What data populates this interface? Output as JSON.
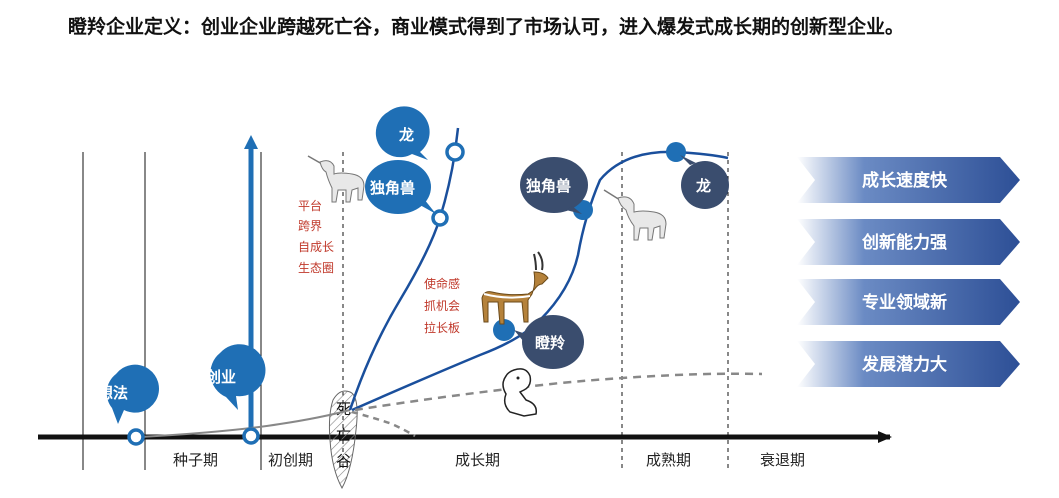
{
  "title": "瞪羚企业定义：创业企业跨越死亡谷，商业模式得到了市场认可，进入爆发式成长期的创新型企业。",
  "bubbles": {
    "idea": "想法",
    "startup": "创业",
    "dragon_left": "龙",
    "unicorn_left": "独角兽",
    "unicorn_right": "独角兽",
    "dragon_right": "龙",
    "gazelle": "瞪羚"
  },
  "phases": {
    "seed": "种子期",
    "early": "初创期",
    "growth": "成长期",
    "mature": "成熟期",
    "decline": "衰退期"
  },
  "death_valley": [
    "死",
    "亡",
    "谷"
  ],
  "platform_notes": [
    "平台",
    "跨界",
    "自成长",
    "生态圈"
  ],
  "gazelle_notes": [
    "使命感",
    "抓机会",
    "拉长板"
  ],
  "traits": [
    "成长速度快",
    "创新能力强",
    "专业领域新",
    "发展潜力大"
  ],
  "colors": {
    "bubble_blue": "#1f6fb5",
    "bubble_dark": "#3a4d6e",
    "curve_blue": "#1a4f9c",
    "chevron_blue": "#3560a8",
    "red_text": "#c0392b"
  },
  "icons": [
    "unicorn-icon",
    "gazelle-icon",
    "thinker-icon"
  ]
}
